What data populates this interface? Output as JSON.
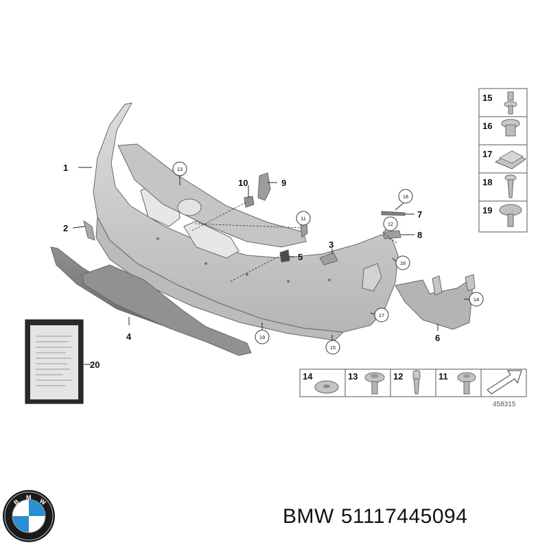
{
  "diagram": {
    "reference_number": "458315",
    "callouts": {
      "c1": "1",
      "c2": "2",
      "c3": "3",
      "c4": "4",
      "c5": "5",
      "c6": "6",
      "c7": "7",
      "c8": "8",
      "c9": "9",
      "c10": "10",
      "c11": "11",
      "c12": "12",
      "c13": "13",
      "c14": "14",
      "c15": "15",
      "c16": "16",
      "c17": "17",
      "c19": "19",
      "c20": "20",
      "c18": "18"
    },
    "right_panel": [
      "15",
      "16",
      "17",
      "18",
      "19"
    ],
    "bottom_panel": [
      "14",
      "13",
      "12",
      "11"
    ]
  },
  "logo": {
    "brand_lettering": "BMW"
  },
  "caption": {
    "brand": "BMW",
    "part_number": "51117445094"
  },
  "colors": {
    "bumper_fill": "#c9cbcd",
    "bumper_shade": "#a9abad",
    "logo_blue": "#2a8fd3",
    "logo_ring": "#1a1a1a"
  }
}
